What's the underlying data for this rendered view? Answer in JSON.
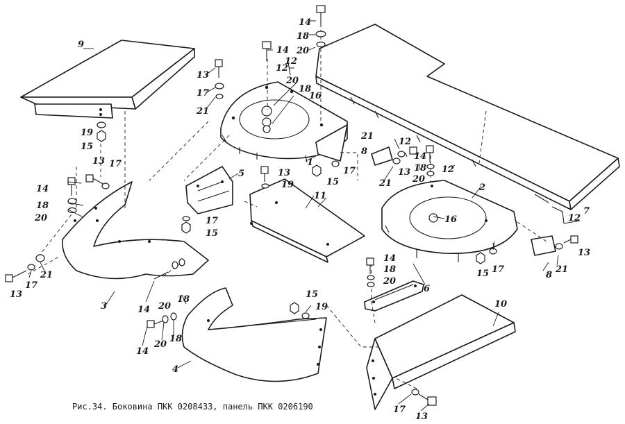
{
  "caption": "Рис.34. Боковина ПКК 0208433, панель ПКК 0206190",
  "callouts": {
    "p1": "1",
    "p2": "2",
    "p3": "3",
    "p4": "4",
    "p5": "5",
    "p6": "6",
    "p7": "7",
    "p8a": "8",
    "p8b": "8",
    "p9": "9",
    "p10": "10",
    "p11": "11",
    "c12a": "12",
    "c12b": "12",
    "c12c": "12",
    "c12d": "12",
    "c12e": "12",
    "c13a": "13",
    "c13b": "13",
    "c13c": "13",
    "c13d": "13",
    "c13e": "13",
    "c13f": "13",
    "c13g": "13",
    "c14a": "14",
    "c14b": "14",
    "c14c": "14",
    "c14d": "14",
    "c14e": "14",
    "c14f": "14",
    "c14g": "14",
    "c15a": "15",
    "c15b": "15",
    "c15c": "15",
    "c15d": "15",
    "c16a": "16",
    "c16b": "16",
    "c17a": "17",
    "c17b": "17",
    "c17c": "17",
    "c17d": "17",
    "c17e": "17",
    "c17f": "17",
    "c17g": "17",
    "c18a": "18",
    "c18b": "18",
    "c18c": "18",
    "c18d": "18",
    "c18e": "18",
    "c18f": "18",
    "c18g": "18",
    "c19a": "19",
    "c19b": "19",
    "c19c": "19",
    "c20a": "20",
    "c20b": "20",
    "c20c": "20",
    "c20d": "20",
    "c20e": "20",
    "c20f": "20",
    "c20g": "20",
    "c21a": "21",
    "c21b": "21",
    "c21c": "21",
    "c21d": "21"
  }
}
